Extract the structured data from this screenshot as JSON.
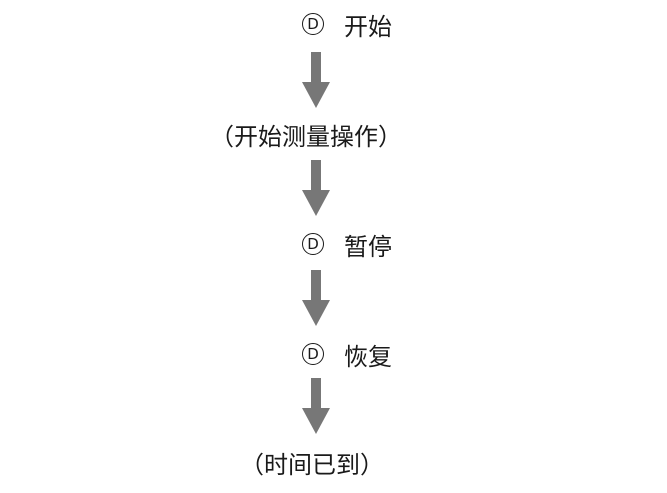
{
  "flow": {
    "steps": [
      {
        "badge": "D",
        "label": "开始"
      },
      {
        "badge": "",
        "label": "（开始测量操作）"
      },
      {
        "badge": "D",
        "label": "暂停"
      },
      {
        "badge": "D",
        "label": "恢复"
      },
      {
        "badge": "",
        "label": "（时间已到）"
      }
    ]
  },
  "colors": {
    "arrow": "#777777",
    "text": "#1a1a1a"
  }
}
